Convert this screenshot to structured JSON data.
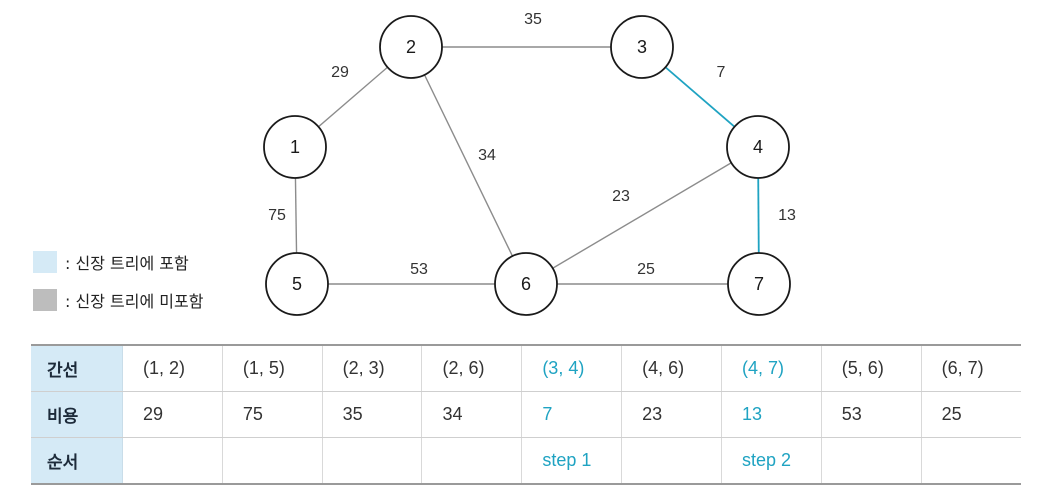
{
  "colors": {
    "included_edge": "#1fa3c2",
    "normal_edge": "#8c8c8c",
    "included_swatch": "#d5eaf6",
    "excluded_swatch": "#bdbdbd",
    "header_bg": "#d5eaf6"
  },
  "nodes": [
    {
      "id": "1",
      "label": "1"
    },
    {
      "id": "2",
      "label": "2"
    },
    {
      "id": "3",
      "label": "3"
    },
    {
      "id": "4",
      "label": "4"
    },
    {
      "id": "5",
      "label": "5"
    },
    {
      "id": "6",
      "label": "6"
    },
    {
      "id": "7",
      "label": "7"
    }
  ],
  "edges": [
    {
      "from": "1",
      "to": "2",
      "weight": "29",
      "included": false
    },
    {
      "from": "1",
      "to": "5",
      "weight": "75",
      "included": false
    },
    {
      "from": "2",
      "to": "3",
      "weight": "35",
      "included": false
    },
    {
      "from": "2",
      "to": "6",
      "weight": "34",
      "included": false
    },
    {
      "from": "3",
      "to": "4",
      "weight": "7",
      "included": true
    },
    {
      "from": "4",
      "to": "6",
      "weight": "23",
      "included": false
    },
    {
      "from": "4",
      "to": "7",
      "weight": "13",
      "included": true
    },
    {
      "from": "5",
      "to": "6",
      "weight": "53",
      "included": false
    },
    {
      "from": "6",
      "to": "7",
      "weight": "25",
      "included": false
    }
  ],
  "legend": {
    "included": ": 신장 트리에 포함",
    "excluded": ": 신장 트리에 미포함"
  },
  "table": {
    "headers": {
      "edge": "간선",
      "cost": "비용",
      "order": "순서"
    },
    "columns": [
      {
        "edge": "(1, 2)",
        "cost": "29",
        "order": "",
        "included": false
      },
      {
        "edge": "(1, 5)",
        "cost": "75",
        "order": "",
        "included": false
      },
      {
        "edge": "(2, 3)",
        "cost": "35",
        "order": "",
        "included": false
      },
      {
        "edge": "(2, 6)",
        "cost": "34",
        "order": "",
        "included": false
      },
      {
        "edge": "(3, 4)",
        "cost": "7",
        "order": "step 1",
        "included": true
      },
      {
        "edge": "(4, 6)",
        "cost": "23",
        "order": "",
        "included": false
      },
      {
        "edge": "(4, 7)",
        "cost": "13",
        "order": "step 2",
        "included": true
      },
      {
        "edge": "(5, 6)",
        "cost": "53",
        "order": "",
        "included": false
      },
      {
        "edge": "(6, 7)",
        "cost": "25",
        "order": "",
        "included": false
      }
    ]
  }
}
